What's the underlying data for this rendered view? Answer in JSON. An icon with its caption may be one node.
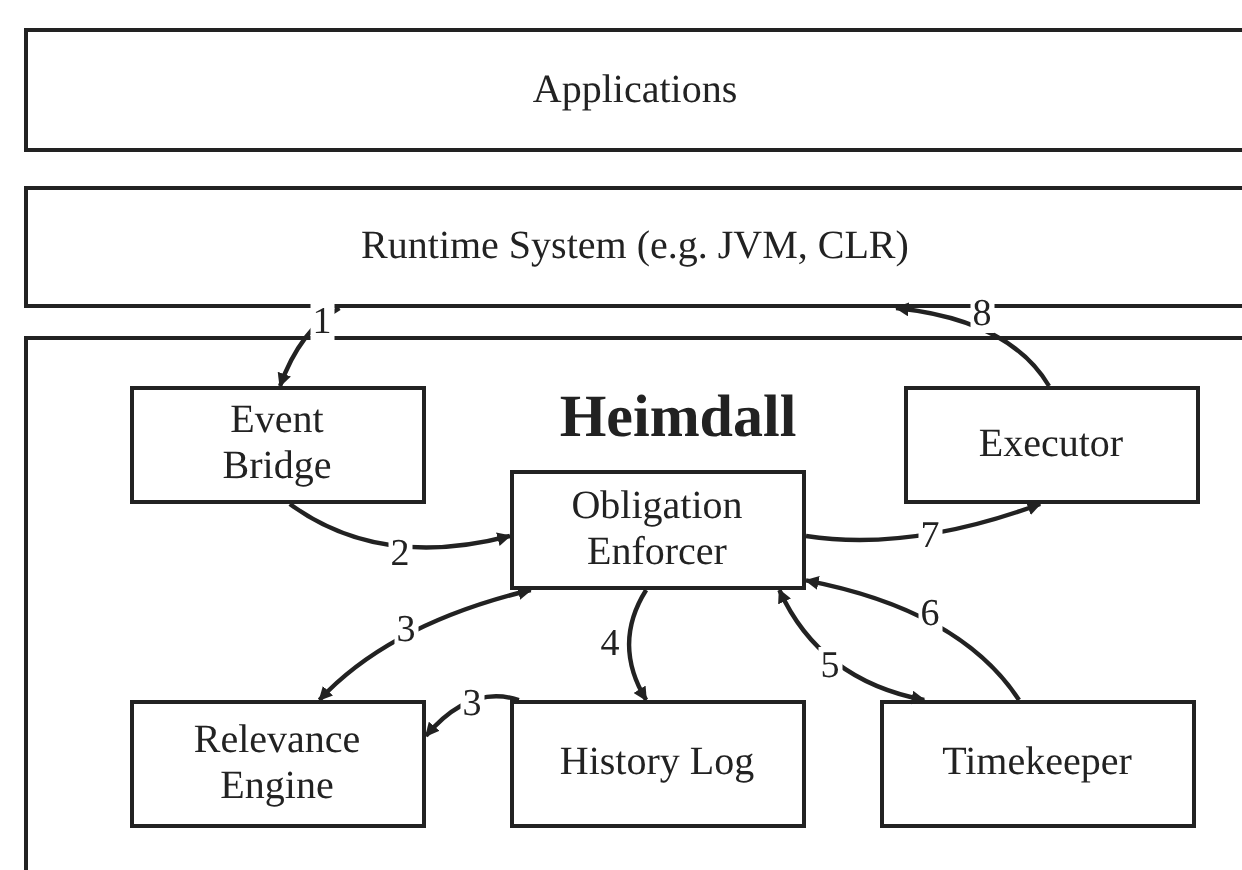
{
  "diagram": {
    "nodes": [
      {
        "text": [
          "Applications"
        ]
      },
      {
        "text": [
          "Runtime System (e.g. JVM, CLR)"
        ]
      },
      {
        "text": [
          "Heimdall"
        ]
      },
      {
        "text": [
          "Event Bridge"
        ],
        "in": 2
      },
      {
        "text": [
          "Obligation Enforcer"
        ],
        "in": 2
      },
      {
        "text": [
          "Executor"
        ],
        "in": 2
      },
      {
        "text": [
          "Relevance Engine"
        ],
        "in": 2
      },
      {
        "text": [
          "History Log"
        ],
        "in": 2
      },
      {
        "text": [
          "Timekeeper"
        ],
        "in": 2
      }
    ],
    "edges": [
      {
        "from": 1,
        "to": 3,
        "arrow": "to",
        "label": "1"
      },
      {
        "from": 3,
        "to": 4,
        "arrow": "to",
        "label": "2"
      },
      {
        "from": 4,
        "to": 6,
        "arrow": "both",
        "label": "3"
      },
      {
        "from": 7,
        "to": 6,
        "arrow": "to",
        "label": "3"
      },
      {
        "from": 4,
        "to": 7,
        "arrow": "to",
        "label": "4"
      },
      {
        "from": 4,
        "to": 8,
        "arrow": "both",
        "label": "5"
      },
      {
        "from": 8,
        "to": 4,
        "arrow": "to",
        "label": "6"
      },
      {
        "from": 4,
        "to": 5,
        "arrow": "to",
        "label": "7"
      },
      {
        "from": 5,
        "to": 1,
        "arrow": "to",
        "label": "8"
      }
    ]
  }
}
